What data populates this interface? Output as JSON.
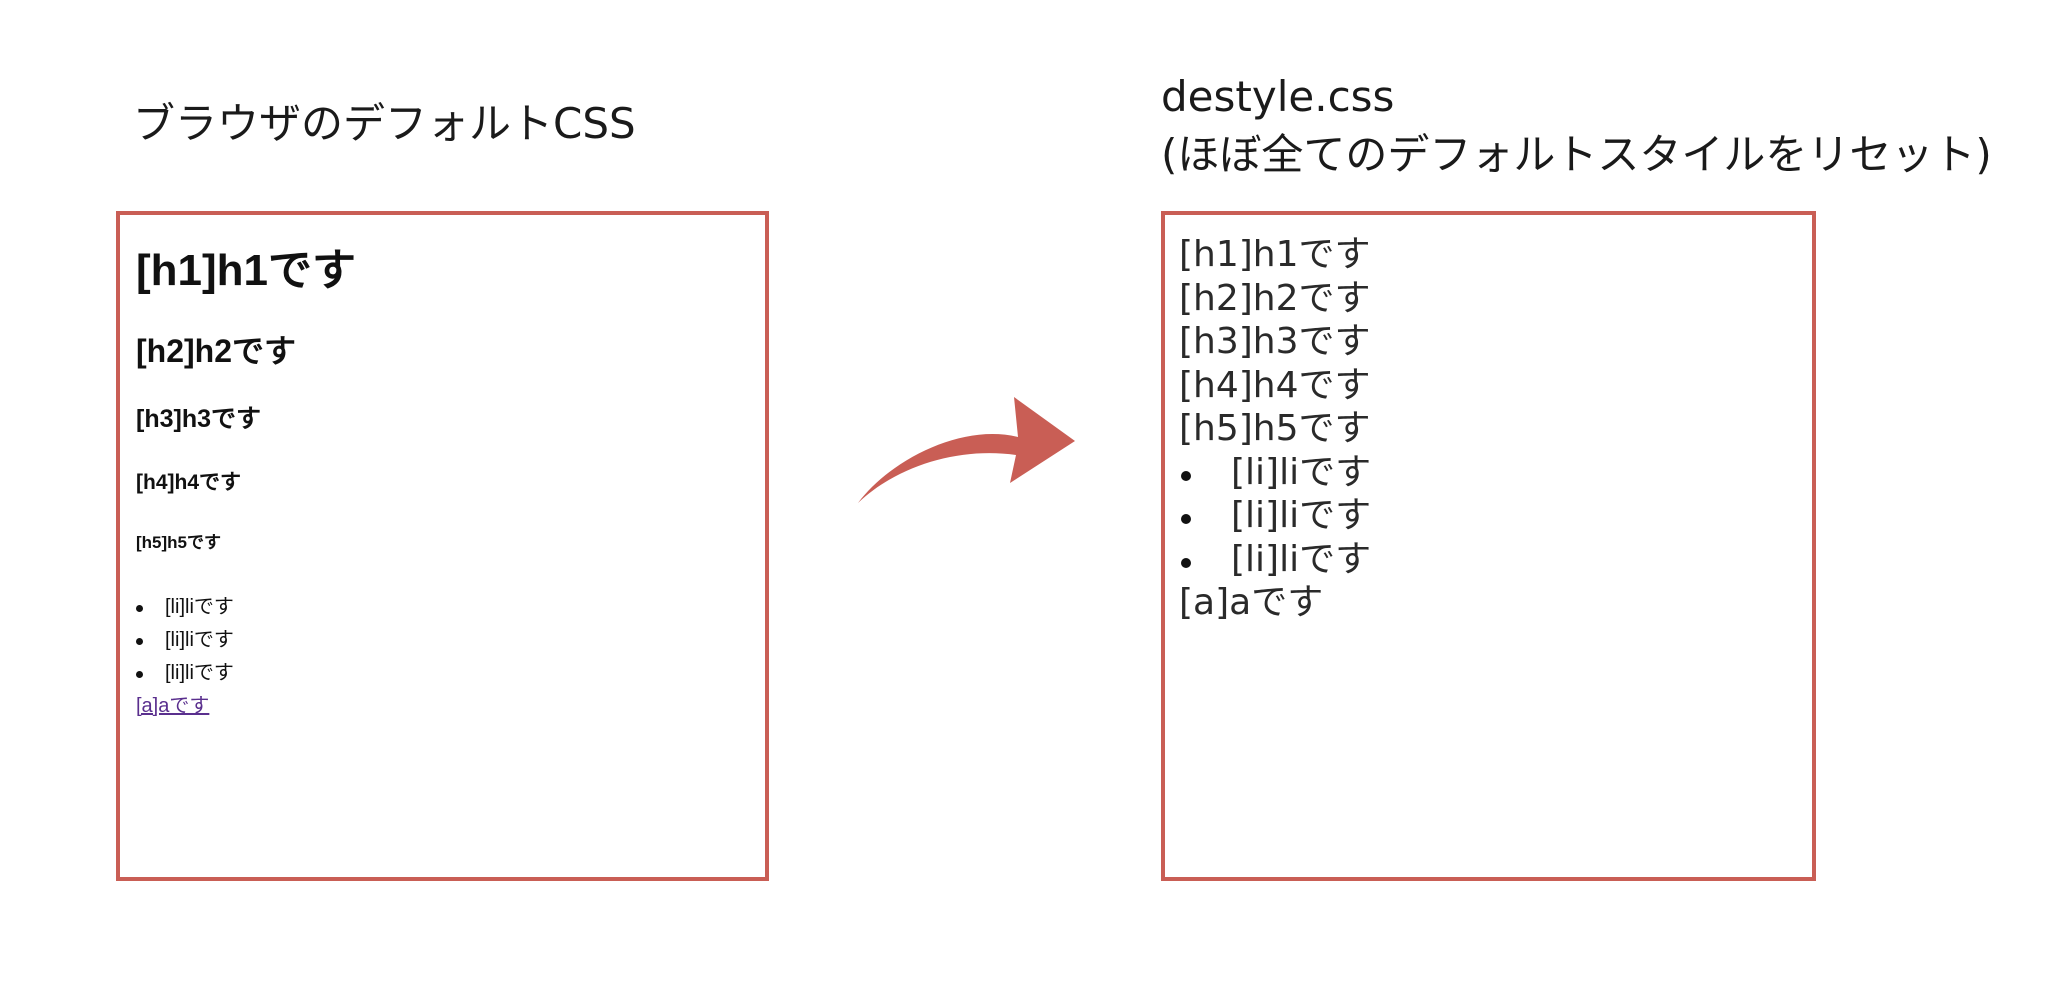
{
  "captions": {
    "left": "ブラウザのデフォルトCSS",
    "right_line1": "destyle.css",
    "right_line2": "(ほぼ全てのデフォルトスタイルをリセット)"
  },
  "left_panel": {
    "h1": "[h1]h1です",
    "h2": "[h2]h2です",
    "h3": "[h3]h3です",
    "h4": "[h4]h4です",
    "h5": "[h5]h5です",
    "list_items": [
      "[li]liです",
      "[li]liです",
      "[li]liです"
    ],
    "link": "[a]aです"
  },
  "right_panel": {
    "h1": "[h1]h1です",
    "h2": "[h2]h2です",
    "h3": "[h3]h3です",
    "h4": "[h4]h4です",
    "h5": "[h5]h5です",
    "list_items": [
      "[li]liです",
      "[li]liです",
      "[li]liです"
    ],
    "link": "[a]aです"
  },
  "colors": {
    "frame": "#c95e55",
    "arrow": "#c95e55",
    "link_visited": "#5a2f8e"
  },
  "icons": {
    "arrow": "curved-right-arrow-icon"
  }
}
